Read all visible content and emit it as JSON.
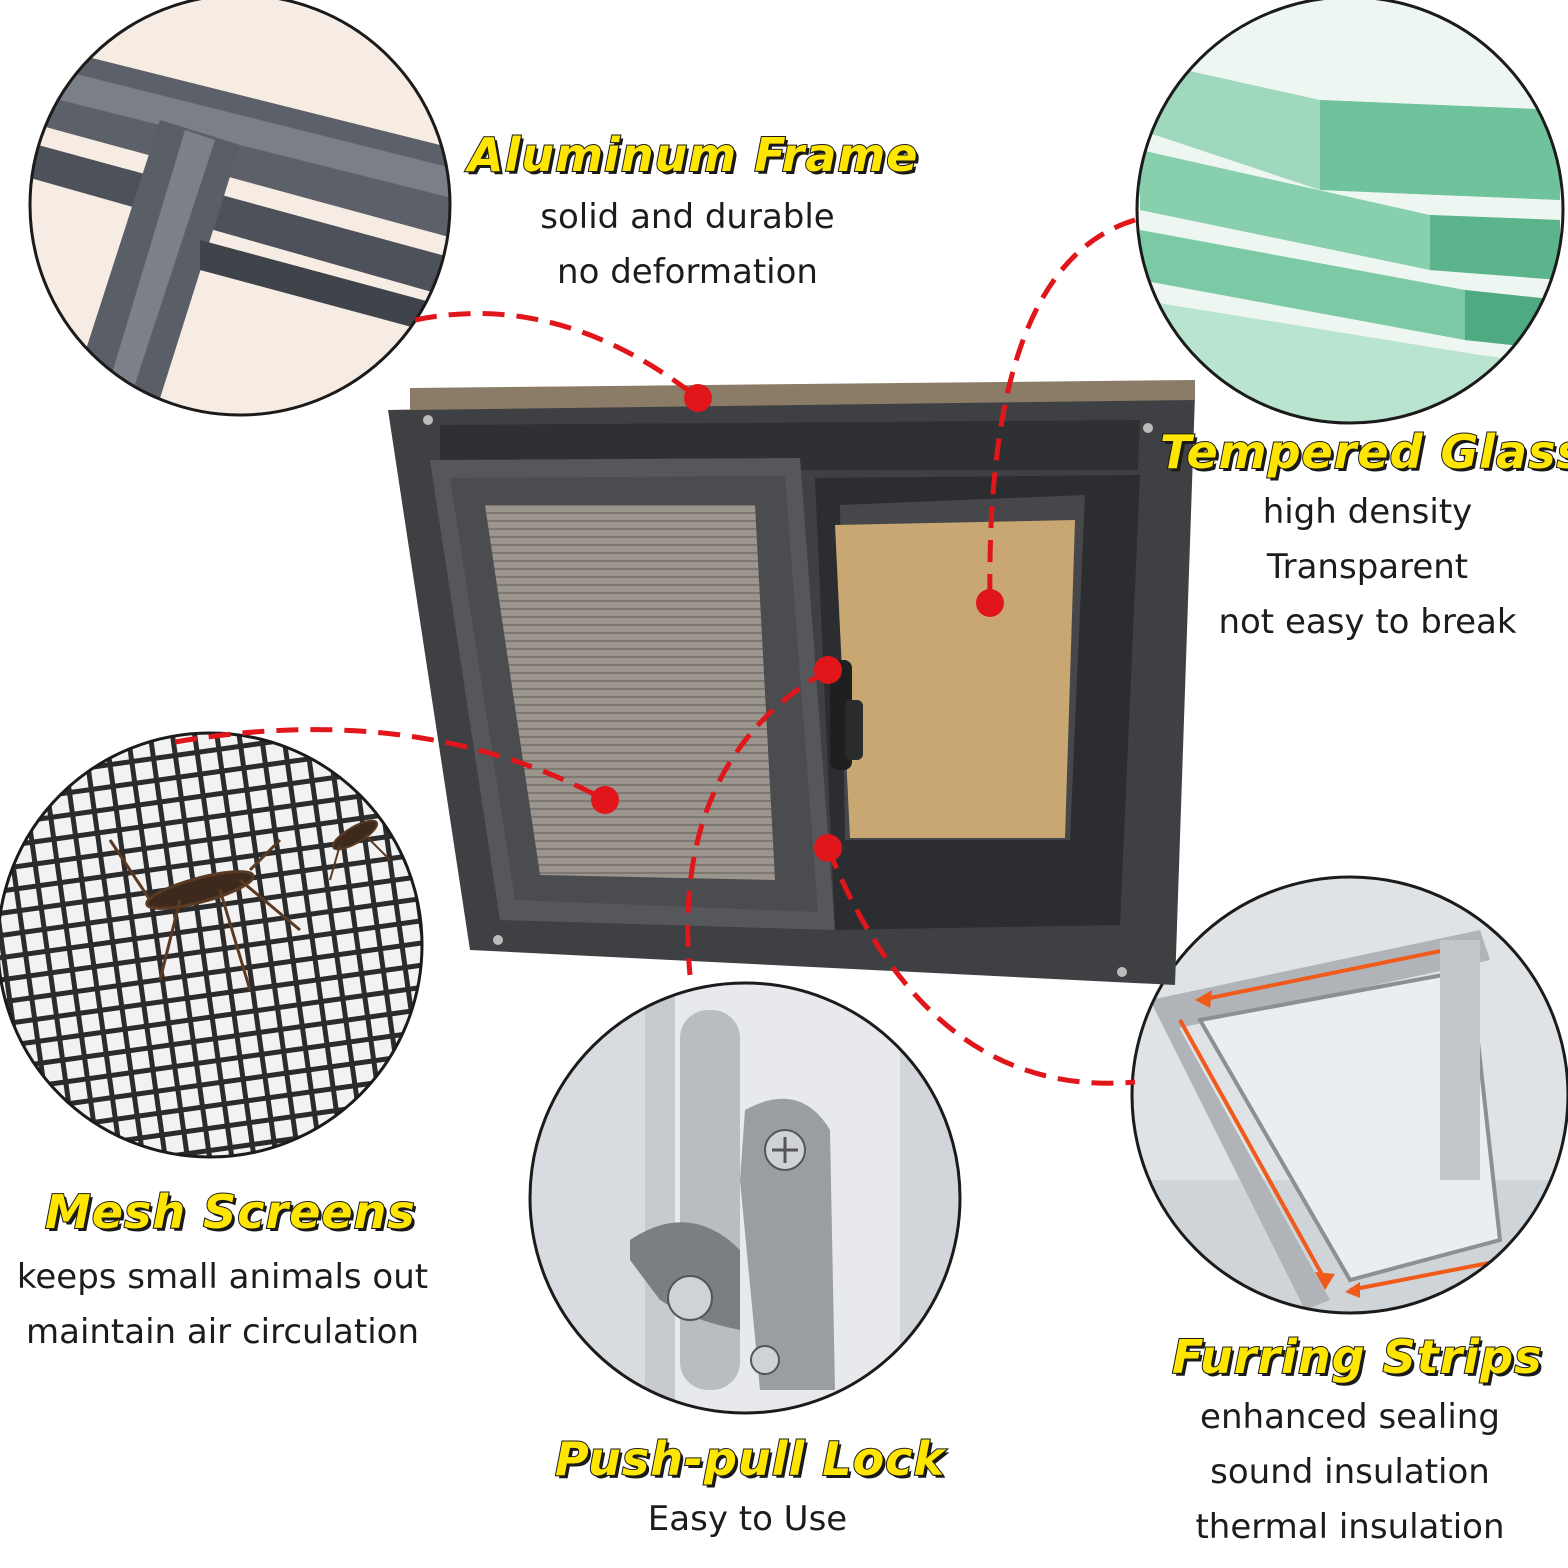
{
  "colors": {
    "title_fill": "#ffe600",
    "title_stroke": "#1a1a1a",
    "callout_line": "#e0161a",
    "frame_dark": "#3f4043",
    "frame_mid": "#55575b",
    "glass_tint": "#c9a773",
    "glass_green": "#7fc7a4"
  },
  "features": {
    "aluminum_frame": {
      "title": "Aluminum Frame",
      "lines": [
        "solid and durable",
        "no deformation"
      ]
    },
    "tempered_glass": {
      "title": "Tempered Glass",
      "lines": [
        "high density",
        "Transparent",
        "not easy to break"
      ]
    },
    "mesh_screens": {
      "title": "Mesh Screens",
      "lines": [
        "keeps small animals out",
        "maintain air circulation"
      ]
    },
    "push_pull_lock": {
      "title": "Push-pull Lock",
      "lines": [
        "Easy to Use"
      ]
    },
    "furring_strips": {
      "title": "Furring Strips",
      "lines": [
        "enhanced sealing",
        "sound insulation",
        "thermal insulation"
      ]
    }
  }
}
